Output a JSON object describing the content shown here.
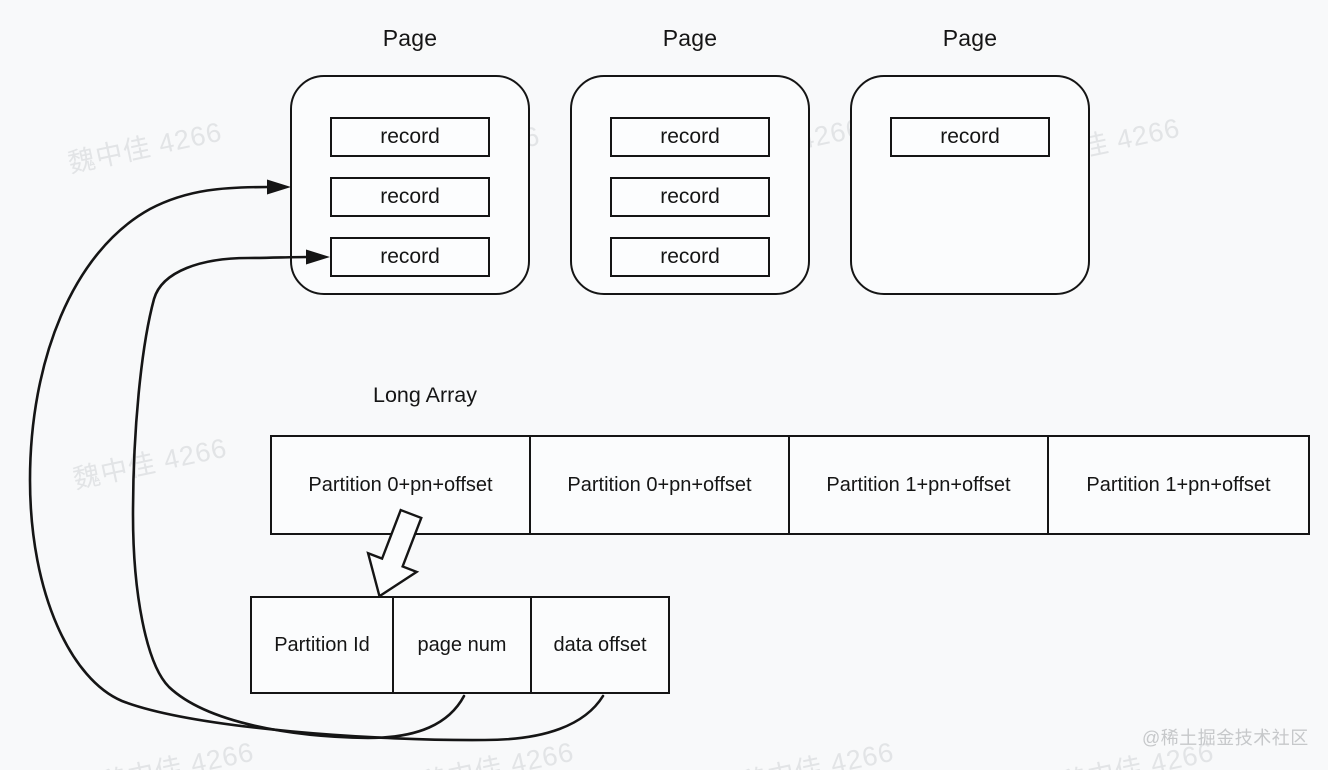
{
  "pages": [
    {
      "title": "Page",
      "records": [
        "record",
        "record",
        "record"
      ]
    },
    {
      "title": "Page",
      "records": [
        "record",
        "record",
        "record"
      ]
    },
    {
      "title": "Page",
      "records": [
        "record"
      ]
    }
  ],
  "long_array": {
    "label": "Long Array",
    "cells": [
      "Partition 0+pn+offset",
      "Partition 0+pn+offset",
      "Partition 1+pn+offset",
      "Partition 1+pn+offset"
    ]
  },
  "entry_struct": {
    "cells": [
      "Partition Id",
      "page num",
      "data offset"
    ]
  },
  "connections": [
    {
      "from": "long-array-cell-0",
      "to": "entry-struct",
      "style": "hollow-block-arrow"
    },
    {
      "from": "entry-struct-page-num",
      "to": "page-1-record-3",
      "style": "curved-arrow"
    },
    {
      "from": "entry-struct-data-offset",
      "to": "page-1-left-edge-record-2-row",
      "style": "curved-arrow"
    }
  ],
  "watermark": {
    "text": "魏中佳 4266"
  },
  "credit": {
    "text": "@稀土掘金技术社区"
  },
  "colors": {
    "stroke": "#151515",
    "background": "#f8f9fa",
    "watermark": "#e2e4e6",
    "credit": "#c6c8ca"
  }
}
